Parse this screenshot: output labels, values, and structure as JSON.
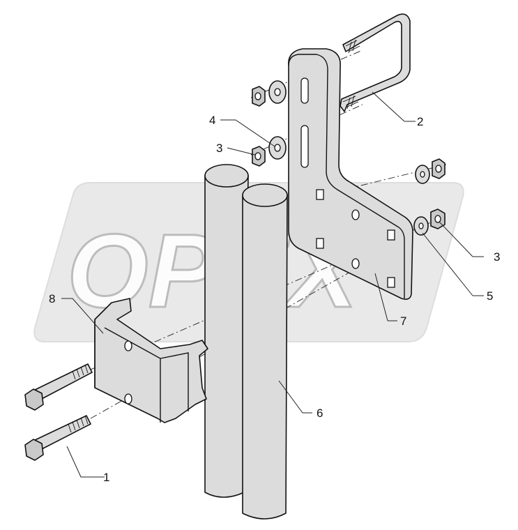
{
  "diagram": {
    "watermark": "OPEX",
    "callouts": [
      {
        "id": "1",
        "label": "1"
      },
      {
        "id": "2",
        "label": "2"
      },
      {
        "id": "3a",
        "label": "3"
      },
      {
        "id": "3b",
        "label": "3"
      },
      {
        "id": "4",
        "label": "4"
      },
      {
        "id": "5",
        "label": "5"
      },
      {
        "id": "6",
        "label": "6"
      },
      {
        "id": "7",
        "label": "7"
      },
      {
        "id": "8",
        "label": "8"
      }
    ]
  }
}
